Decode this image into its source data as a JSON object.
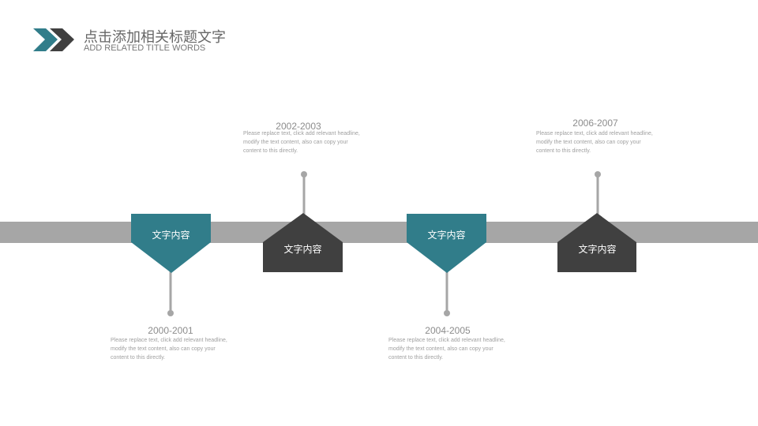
{
  "header": {
    "title": "点击添加相关标题文字",
    "subtitle": "ADD RELATED TITLE WORDS"
  },
  "colors": {
    "teal": "#317d8a",
    "dark": "#404040",
    "bar": "#a6a6a6"
  },
  "milestones": [
    {
      "year": "2000-2001",
      "label": "文字内容",
      "desc": "Please replace text, click add relevant headline, modify the text content, also can copy your content to this directly."
    },
    {
      "year": "2002-2003",
      "label": "文字内容",
      "desc": "Please replace text, click add relevant headline, modify the text content, also can copy your content to this directly."
    },
    {
      "year": "2004-2005",
      "label": "文字内容",
      "desc": "Please replace text, click add relevant headline, modify the text content, also can copy your content to this directly."
    },
    {
      "year": "2006-2007",
      "label": "文字内容",
      "desc": "Please replace text, click add relevant headline, modify the text content, also can copy your content to this directly."
    }
  ]
}
